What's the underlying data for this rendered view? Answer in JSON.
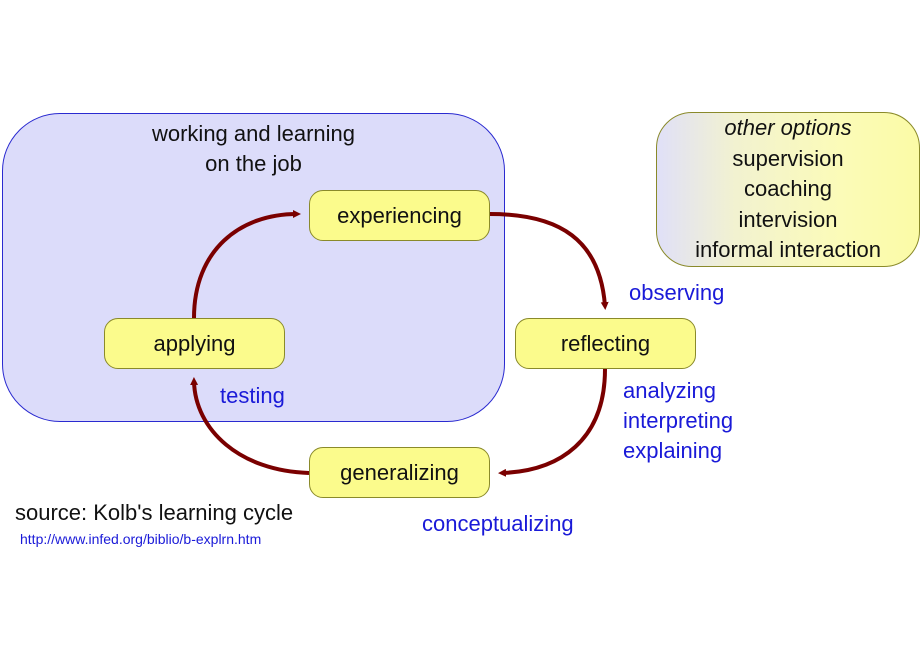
{
  "region": {
    "title_line1": "working and learning",
    "title_line2": "on the job"
  },
  "nodes": {
    "experiencing": "experiencing",
    "reflecting": "reflecting",
    "generalizing": "generalizing",
    "applying": "applying"
  },
  "labels": {
    "observing": "observing",
    "analyzing": "analyzing",
    "interpreting": "interpreting",
    "explaining": "explaining",
    "testing": "testing",
    "conceptualizing": "conceptualizing"
  },
  "options": {
    "heading": "other options",
    "items": [
      "supervision",
      "coaching",
      "intervision",
      "informal interaction"
    ]
  },
  "source": {
    "text": "source: Kolb's learning cycle",
    "url": "http://www.infed.org/biblio/b-explrn.htm"
  },
  "colors": {
    "arrow": "#7a0000",
    "node_fill": "#fbfb8c",
    "region_fill": "#dcdcfa",
    "label_blue": "#1a1ad8"
  }
}
